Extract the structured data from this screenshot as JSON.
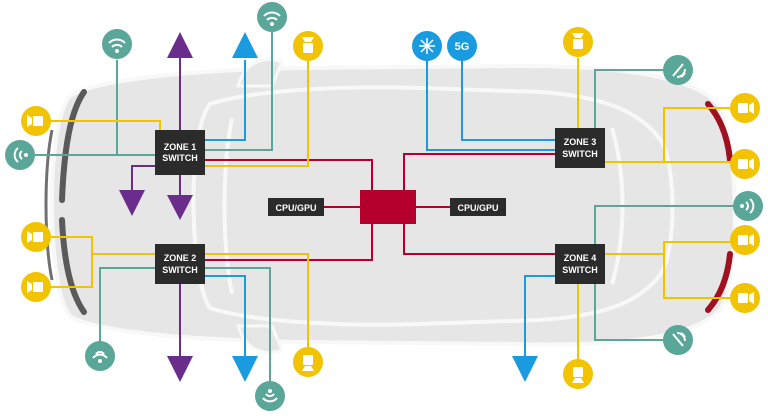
{
  "switches": {
    "zone1": {
      "line1": "ZONE 1",
      "line2": "SWITCH"
    },
    "zone2": {
      "line1": "ZONE 2",
      "line2": "SWITCH"
    },
    "zone3": {
      "line1": "ZONE 3",
      "line2": "SWITCH"
    },
    "zone4": {
      "line1": "ZONE 4",
      "line2": "SWITCH"
    }
  },
  "processors": {
    "left": "CPU/GPU",
    "right": "CPU/GPU"
  },
  "badges": {
    "cellular": "5G"
  },
  "colors": {
    "background": "#ffffff",
    "car_body": "#e4e4e4",
    "car_outline": "#f7f7f7",
    "switch_box": "#2b2b2b",
    "central_unit": "#b5002e",
    "ethernet_link": "#b5002e",
    "camera": "#f2c300",
    "radar": "#5aa698",
    "network": "#1a9be0",
    "actuator": "#6a2d8c",
    "headlight": "#5a5a5a",
    "taillight": "#a01020"
  },
  "icons": {
    "camera": "video-camera-icon",
    "radar": "radar-wave-icon",
    "wifi": "wifi-icon",
    "gps": "gps-antenna-icon",
    "cellular": "5g-icon",
    "lidar": "lidar-icon",
    "actuator": "actuator-arrow-icon",
    "network_out": "network-arrow-icon"
  }
}
